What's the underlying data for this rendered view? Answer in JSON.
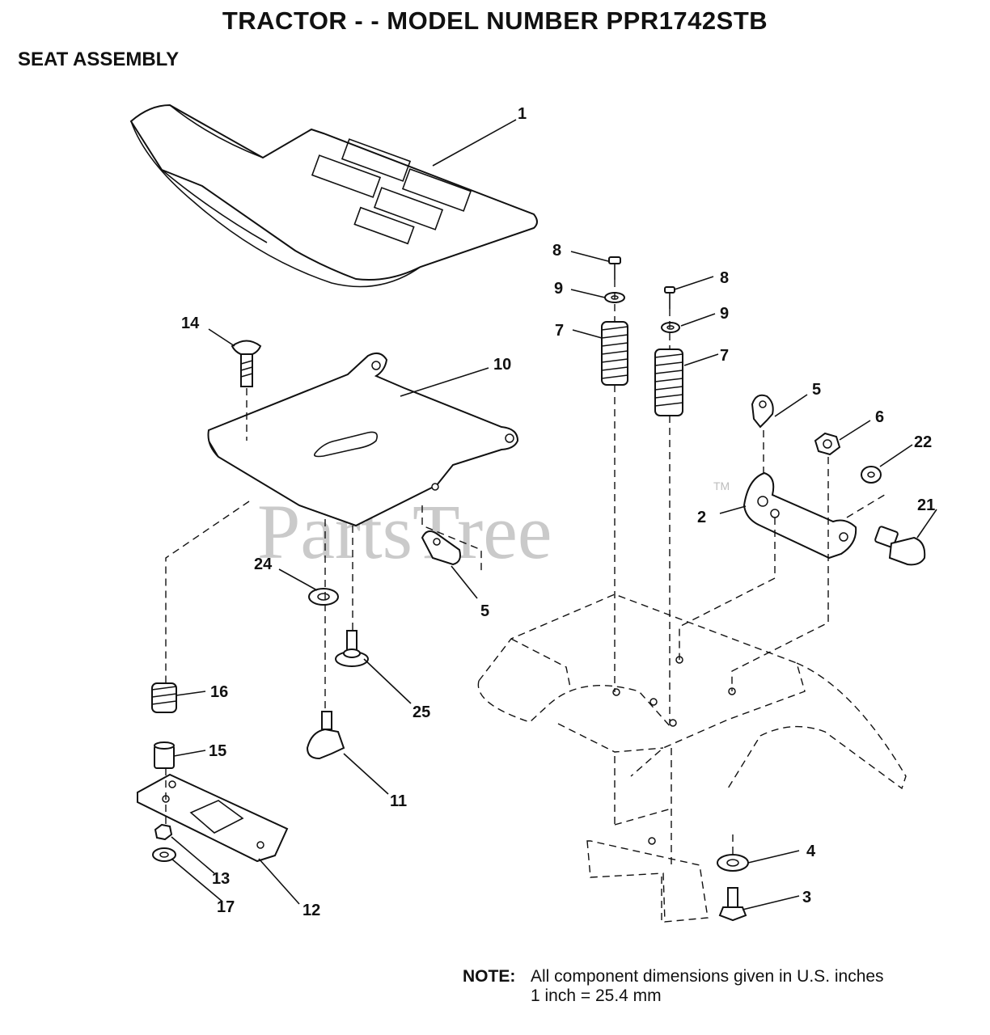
{
  "header": {
    "title": "TRACTOR - - MODEL NUMBER PPR1742STB",
    "subtitle": "SEAT ASSEMBLY"
  },
  "diagram": {
    "callouts": [
      "1",
      "14",
      "10",
      "8",
      "9",
      "7",
      "8",
      "9",
      "7",
      "5",
      "6",
      "22",
      "2",
      "21",
      "24",
      "5",
      "16",
      "25",
      "15",
      "11",
      "4",
      "3",
      "13",
      "12",
      "17"
    ]
  },
  "watermark": {
    "text": "PartsTree",
    "mark": "TM"
  },
  "note": {
    "label": "NOTE:",
    "line1": "All component dimensions given in U.S. inches",
    "line2": "1 inch = 25.4 mm"
  }
}
